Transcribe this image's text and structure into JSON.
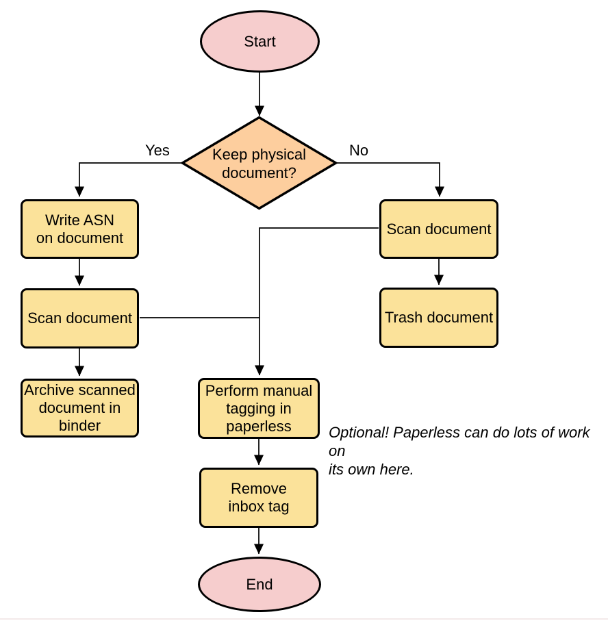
{
  "diagram": {
    "type": "flowchart",
    "colors": {
      "background": "#ffffff",
      "terminal_fill": "#f6cdcd",
      "decision_fill": "#fdce9e",
      "process_fill": "#fbe29a",
      "shape_border": "#000000",
      "connector": "#000000",
      "bottom_rule": "#f3eaea"
    },
    "nodes": {
      "start": {
        "label": "Start",
        "shape": "ellipse"
      },
      "decision": {
        "lines": [
          "Keep physical",
          "document?"
        ],
        "shape": "diamond"
      },
      "write_asn": {
        "lines": [
          "Write ASN",
          "on document"
        ],
        "shape": "rounded-rect"
      },
      "scan_left": {
        "label": "Scan document",
        "shape": "rounded-rect"
      },
      "archive": {
        "lines": [
          "Archive scanned",
          "document in",
          "binder"
        ],
        "shape": "rounded-rect"
      },
      "scan_right": {
        "label": "Scan document",
        "shape": "rounded-rect"
      },
      "trash": {
        "label": "Trash document",
        "shape": "rounded-rect"
      },
      "perform_tagging": {
        "lines": [
          "Perform manual",
          "tagging in",
          "paperless"
        ],
        "shape": "rounded-rect"
      },
      "remove_inbox_tag": {
        "lines": [
          "Remove",
          "inbox tag"
        ],
        "shape": "rounded-rect"
      },
      "end": {
        "label": "End",
        "shape": "ellipse"
      }
    },
    "edge_labels": {
      "yes": "Yes",
      "no": "No"
    },
    "annotation": {
      "lines": [
        "Optional! Paperless can do lots of work on",
        "its own here."
      ]
    }
  }
}
